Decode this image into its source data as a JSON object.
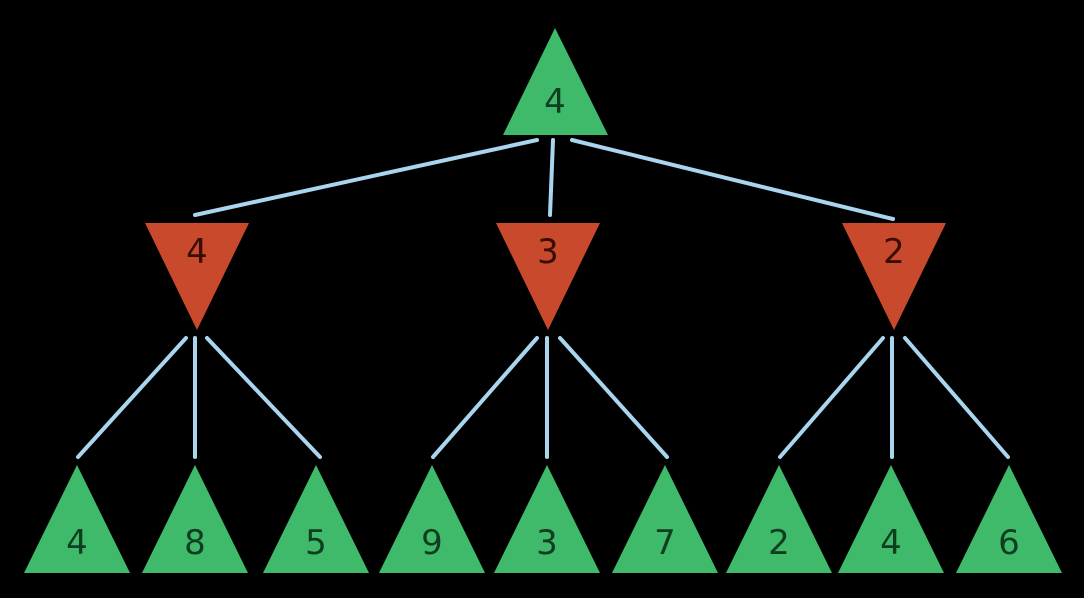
{
  "colors": {
    "background": "#000000",
    "max_node": "#3fba6a",
    "min_node": "#c9492c",
    "edge": "#a9d6ee",
    "max_label": "#0f3d1f",
    "min_label": "#3a0d04"
  },
  "root": {
    "value": "4",
    "kind": "max"
  },
  "level1": [
    {
      "value": "4",
      "kind": "min"
    },
    {
      "value": "3",
      "kind": "min"
    },
    {
      "value": "2",
      "kind": "min"
    }
  ],
  "leaves": [
    {
      "value": "4",
      "kind": "max",
      "parent": 0
    },
    {
      "value": "8",
      "kind": "max",
      "parent": 0
    },
    {
      "value": "5",
      "kind": "max",
      "parent": 0
    },
    {
      "value": "9",
      "kind": "max",
      "parent": 1
    },
    {
      "value": "3",
      "kind": "max",
      "parent": 1
    },
    {
      "value": "7",
      "kind": "max",
      "parent": 1
    },
    {
      "value": "2",
      "kind": "max",
      "parent": 2
    },
    {
      "value": "4",
      "kind": "max",
      "parent": 2
    },
    {
      "value": "6",
      "kind": "max",
      "parent": 2
    }
  ]
}
